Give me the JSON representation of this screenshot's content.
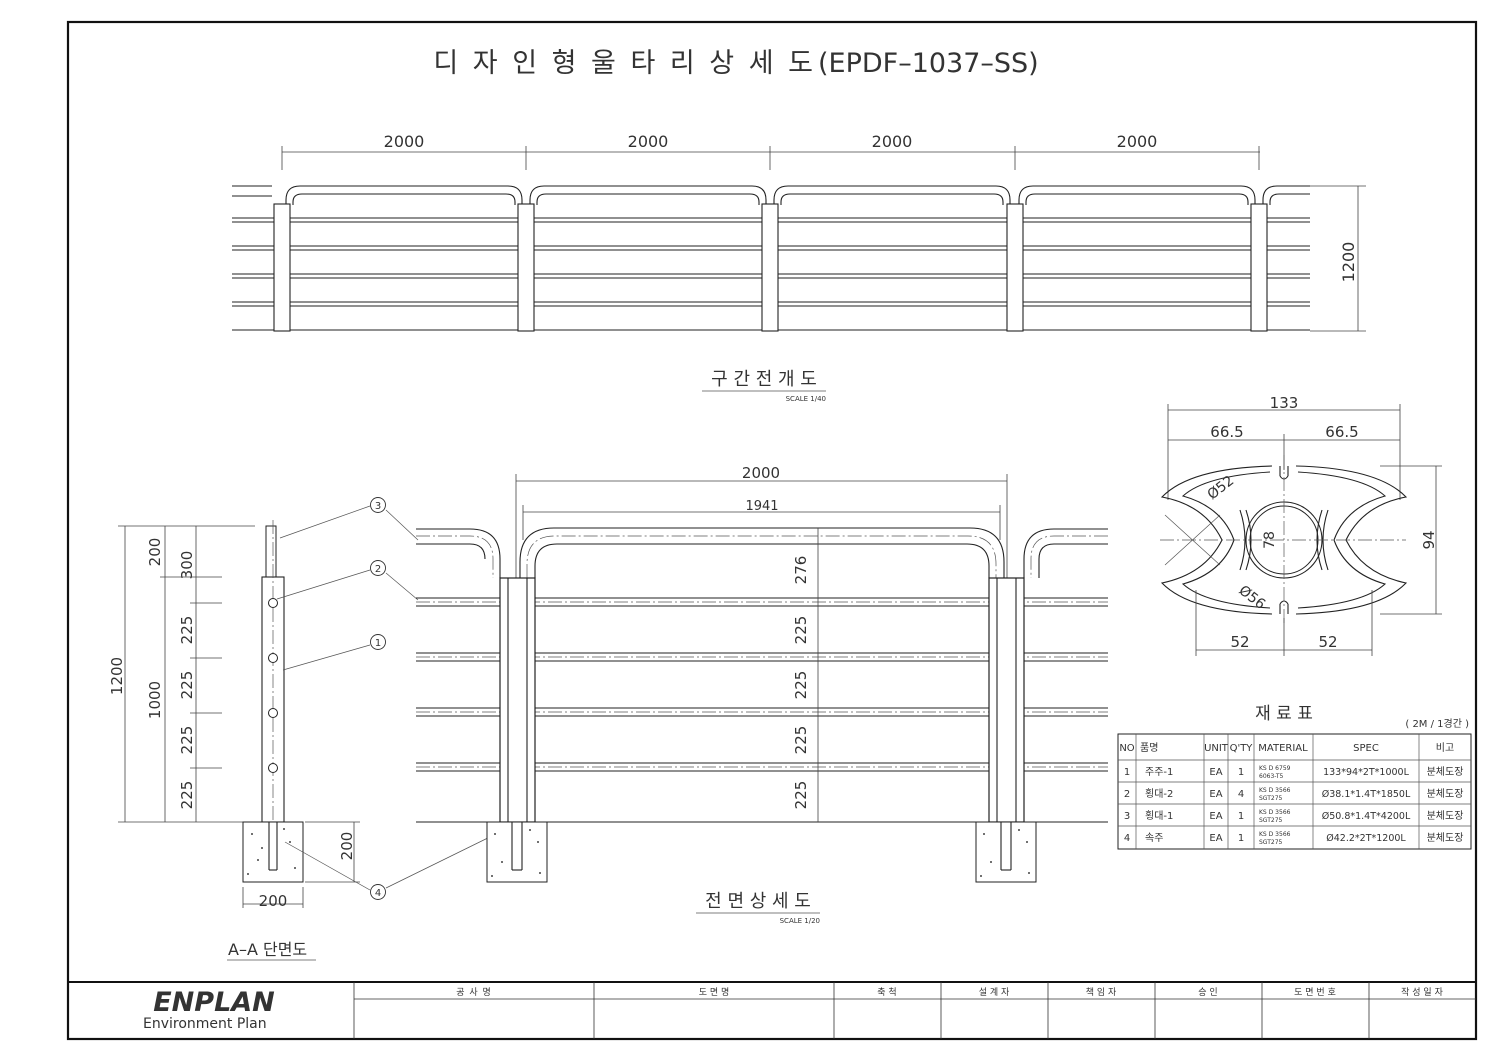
{
  "title": {
    "main": "디 자 인 형 울 타 리 상 세 도",
    "code": "(EPDF–1037–SS)"
  },
  "section_view": {
    "label": "구 간 전 개 도",
    "scale": "SCALE 1/40",
    "span_dims": [
      "2000",
      "2000",
      "2000",
      "2000"
    ],
    "height_dim": "1200"
  },
  "front_view": {
    "label": "전 면 상 세 도",
    "scale": "SCALE 1/20",
    "span_outer": "2000",
    "span_inner": "1941",
    "vertical_dims": [
      "276",
      "225",
      "225",
      "225",
      "225"
    ]
  },
  "aa_view": {
    "label": "A–A 단면도",
    "total": "1200",
    "above": "1000",
    "left_dims": [
      "200",
      "300"
    ],
    "right_dims": [
      "225",
      "225",
      "225",
      "225"
    ],
    "footing_depth": "200",
    "footing_width": "200",
    "callouts": [
      "3",
      "2",
      "1",
      "4"
    ]
  },
  "profile": {
    "width_total": "133",
    "half_left": "66.5",
    "half_right": "66.5",
    "height": "94",
    "inner": "78",
    "dia_top": "Ø52",
    "dia_bottom": "Ø56",
    "bottom_left": "52",
    "bottom_right": "52"
  },
  "materials": {
    "title": "재 료 표",
    "note": "( 2M / 1경간 )",
    "headers": [
      "NO",
      "품명",
      "UNIT",
      "Q'TY",
      "MATERIAL",
      "SPEC",
      "비고"
    ],
    "rows": [
      {
        "no": "1",
        "name": "주주-1",
        "unit": "EA",
        "qty": "1",
        "mat1": "KS D 6759",
        "mat2": "6063-T5",
        "spec": "133*94*2T*1000L",
        "note": "분체도장"
      },
      {
        "no": "2",
        "name": "횡대-2",
        "unit": "EA",
        "qty": "4",
        "mat1": "KS D 3566",
        "mat2": "SGT275",
        "spec": "Ø38.1*1.4T*1850L",
        "note": "분체도장"
      },
      {
        "no": "3",
        "name": "횡대-1",
        "unit": "EA",
        "qty": "1",
        "mat1": "KS D 3566",
        "mat2": "SGT275",
        "spec": "Ø50.8*1.4T*4200L",
        "note": "분체도장"
      },
      {
        "no": "4",
        "name": "속주",
        "unit": "EA",
        "qty": "1",
        "mat1": "KS D 3566",
        "mat2": "SGT275",
        "spec": "Ø42.2*2T*1200L",
        "note": "분체도장"
      }
    ]
  },
  "title_block": {
    "company": "ENPLAN",
    "company_sub": "Environment Plan",
    "fields": [
      "공 사 명",
      "도 면 명",
      "축 척",
      "설 계 자",
      "책 임 자",
      "승 인",
      "도 면 번 호",
      "작 성 일 자"
    ]
  }
}
